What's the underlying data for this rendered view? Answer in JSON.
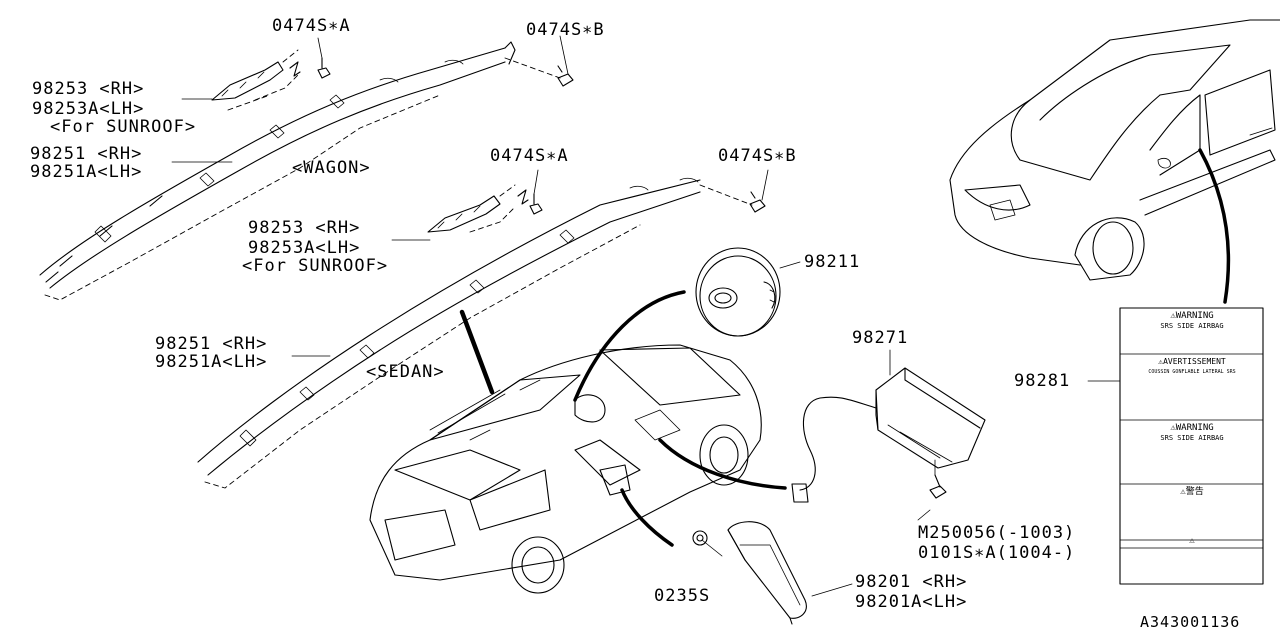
{
  "labels": {
    "bolt_a_wagon": "0474S∗A",
    "bolt_b_wagon": "0474S∗B",
    "rh_98253_wagon": "98253 <RH>",
    "lh_98253a_wagon": "98253A<LH>",
    "sunroof_wagon": "<For SUNROOF>",
    "rh_98251_wagon": "98251 <RH>",
    "lh_98251a_wagon": "98251A<LH>",
    "wagon": "<WAGON>",
    "bolt_a_sedan": "0474S∗A",
    "bolt_b_sedan": "0474S∗B",
    "rh_98253_sedan": "98253 <RH>",
    "lh_98253a_sedan": "98253A<LH>",
    "sunroof_sedan": "<For SUNROOF>",
    "p98211": "98211",
    "rh_98251_sedan": "98251 <RH>",
    "lh_98251a_sedan": "98251A<LH>",
    "sedan": "<SEDAN>",
    "p98271": "98271",
    "p98281": "98281",
    "m250056": "M250056(-1003)",
    "bolt_0101": "0101S∗A(1004-)",
    "p0235s": "0235S",
    "rh_98201": "98201 <RH>",
    "lh_98201a": "98201A<LH>",
    "code": "A343001136"
  },
  "warning_label": {
    "warn1_title": "⚠WARNING",
    "warn1_text": "SRS SIDE AIRBAG",
    "warn2_title": "⚠AVERTISSEMENT",
    "warn2_text": "COUSSIN GONFLABLE LATERAL SRS",
    "warn3_title": "⚠WARNING",
    "warn3_text": "SRS SIDE AIRBAG",
    "warn4_title": "⚠警告",
    "warn5_title": "⚠"
  }
}
